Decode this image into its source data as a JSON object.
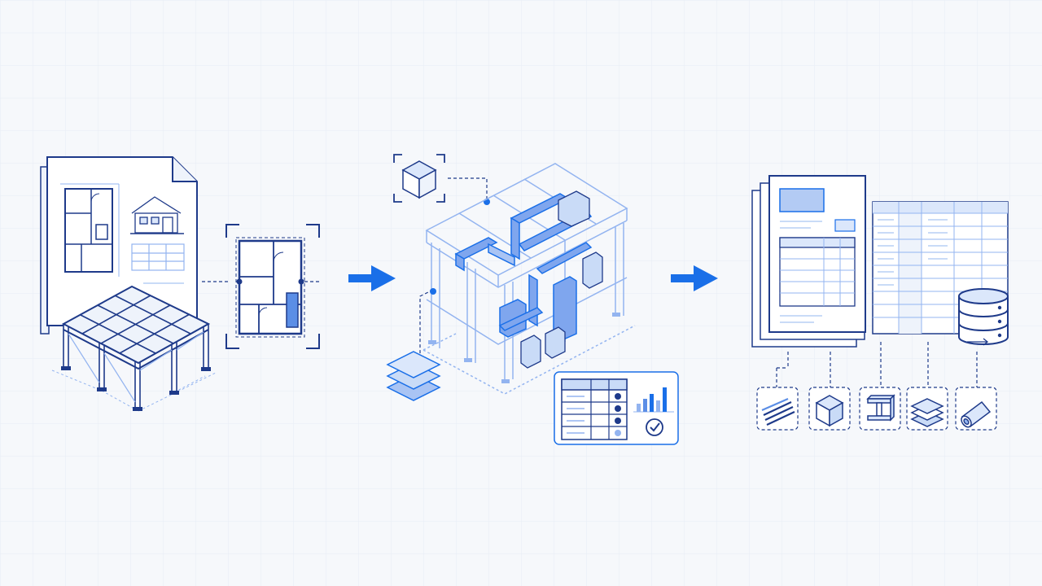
{
  "colors": {
    "background": "#f6f8fb",
    "navy": "#1e3a8a",
    "blue": "#2563eb",
    "accent": "#1a6fe8",
    "light": "#93b4f0",
    "pale": "#c9dbf7",
    "fill": "#dbe7fb"
  },
  "stages": [
    {
      "id": "source-drawings",
      "icons": [
        "drawing-sheet-icon",
        "floor-plan-icon",
        "elevation-icon",
        "structural-frame-icon",
        "plan-scan-icon"
      ]
    },
    {
      "id": "bim-model",
      "icons": [
        "cube-icon",
        "building-model-icon",
        "layers-icon",
        "data-table-icon",
        "bar-chart-icon",
        "check-icon"
      ]
    },
    {
      "id": "quantity-outputs",
      "icons": [
        "documents-icon",
        "spreadsheet-icon",
        "database-icon"
      ]
    }
  ],
  "flow_arrows": [
    "arrow-right-icon",
    "arrow-right-icon"
  ],
  "materials": [
    {
      "icon": "rebar-icon"
    },
    {
      "icon": "concrete-block-icon"
    },
    {
      "icon": "steel-beam-icon"
    },
    {
      "icon": "slab-icon"
    },
    {
      "icon": "pipe-icon"
    }
  ]
}
